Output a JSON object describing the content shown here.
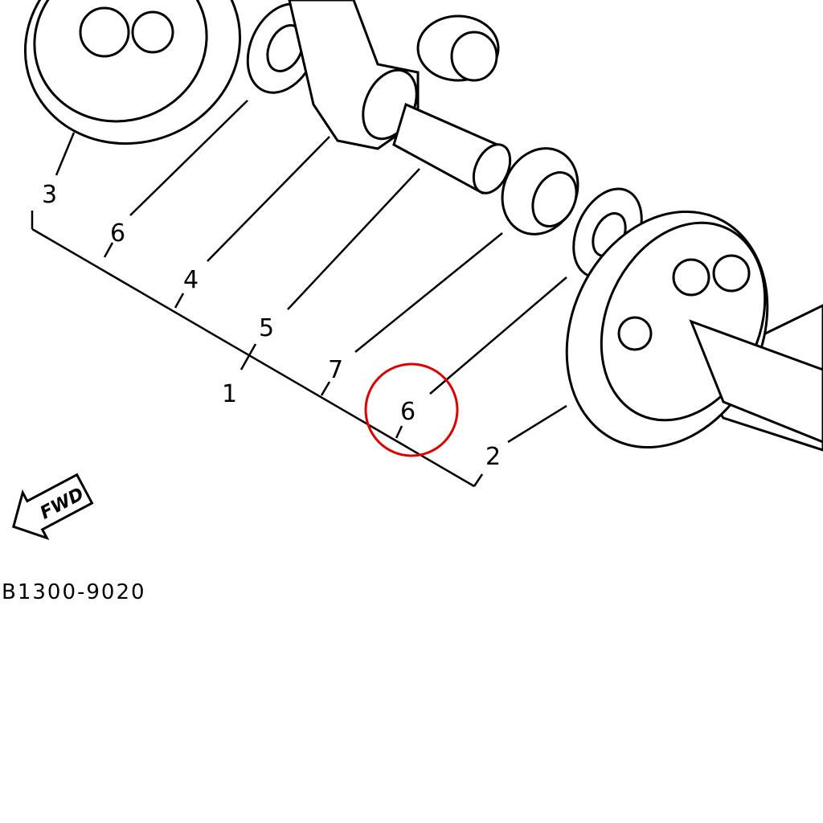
{
  "diagram": {
    "callouts": [
      {
        "id": "callout-3",
        "label": "3"
      },
      {
        "id": "callout-6a",
        "label": "6"
      },
      {
        "id": "callout-4",
        "label": "4"
      },
      {
        "id": "callout-5",
        "label": "5"
      },
      {
        "id": "callout-1",
        "label": "1"
      },
      {
        "id": "callout-7",
        "label": "7"
      },
      {
        "id": "callout-6b",
        "label": "6",
        "highlighted": true
      },
      {
        "id": "callout-2",
        "label": "2"
      }
    ],
    "fwd_label": "FWD",
    "diagram_code": "B1300-9020",
    "highlight_color": "#e00000"
  }
}
